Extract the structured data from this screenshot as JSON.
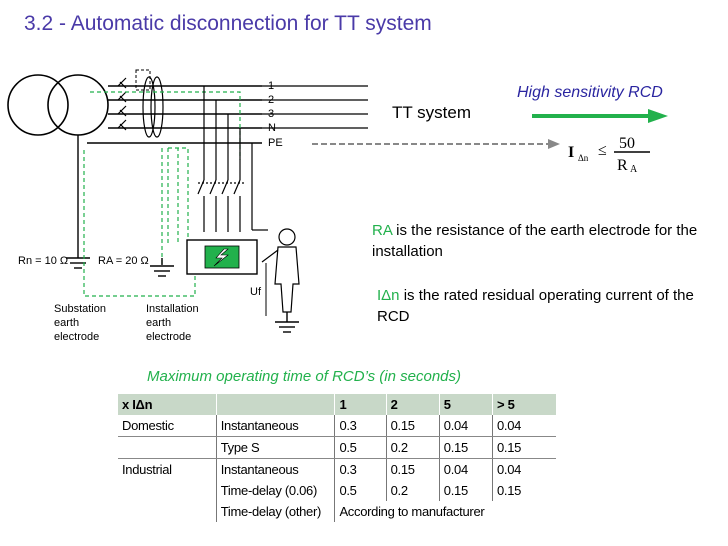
{
  "title": "3.2 - Automatic disconnection for TT system",
  "diagram": {
    "conductors": [
      "1",
      "2",
      "3",
      "N",
      "PE"
    ],
    "rn_label": "Rn = 10 Ω",
    "ra_label": "RA = 20 Ω",
    "uf_label": "Uf",
    "substation_electrode": [
      "Substation",
      "earth",
      "electrode"
    ],
    "installation_electrode": [
      "Installation",
      "earth",
      "electrode"
    ]
  },
  "tt_system_label": "TT system",
  "high_sensitivity_rcd": "High sensitivity RCD",
  "formula": {
    "lhs": "I",
    "lhs_sub": "Δn",
    "relation": "≤",
    "numerator": "50",
    "denominator": "R",
    "denominator_sub": "A"
  },
  "notes": {
    "ra_term": "RA",
    "ra_text": " is the resistance of the earth electrode for the installation",
    "idn_term": "IΔn",
    "idn_text": " is the rated residual operating current of the RCD"
  },
  "table_caption": "Maximum operating time of RCD’s (in seconds)",
  "table": {
    "header": [
      "x IΔn",
      "",
      "1",
      "2",
      "5",
      "> 5"
    ],
    "rows": [
      [
        "Domestic",
        "Instantaneous",
        "0.3",
        "0.15",
        "0.04",
        "0.04"
      ],
      [
        "",
        "Type S",
        "0.5",
        "0.2",
        "0.15",
        "0.15"
      ],
      [
        "Industrial",
        "Instantaneous",
        "0.3",
        "0.15",
        "0.04",
        "0.04"
      ],
      [
        "",
        "Time-delay (0.06)",
        "0.5",
        "0.2",
        "0.15",
        "0.15"
      ],
      [
        "",
        "Time-delay (other)",
        "According to manufacturer",
        "",
        "",
        ""
      ]
    ]
  },
  "colors": {
    "title": "#4a3aa8",
    "highlight": "#22b14c",
    "arrow": "#22b14c",
    "header_bg": "#c8d8c8"
  }
}
